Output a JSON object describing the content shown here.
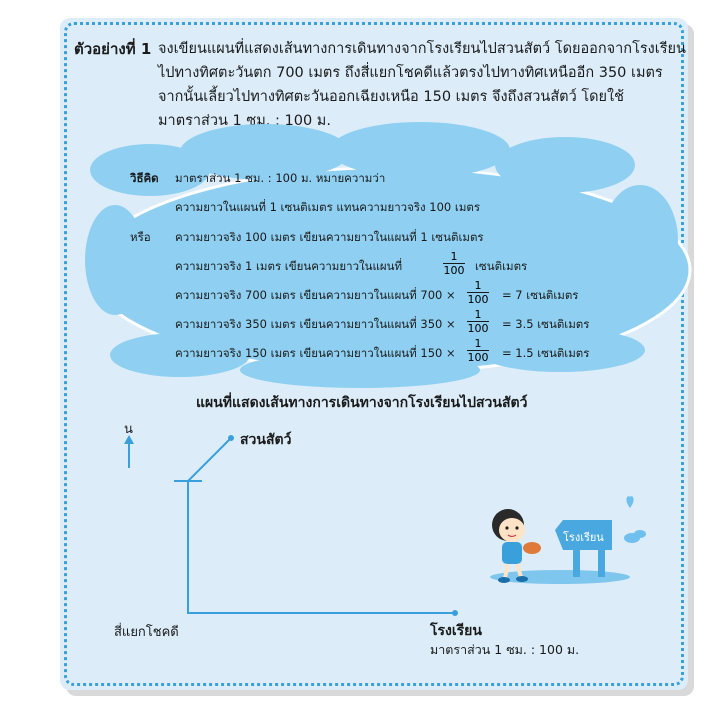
{
  "example": {
    "label": "ตัวอย่างที่ 1",
    "lines": [
      "จงเขียนแผนที่แสดงเส้นทางการเดินทางจากโรงเรียนไปสวนสัตว์ โดยออกจากโรงเรียน",
      "ไปทางทิศตะวันตก 700 เมตร  ถึงสี่แยกโชคดีแล้วตรงไปทางทิศเหนืออีก 350 เมตร",
      "จากนั้นเลี้ยวไปทางทิศตะวันออกเฉียงเหนือ 150 เมตร  จึงถึงสวนสัตว์ โดยใช้",
      "มาตราส่วน 1 ซม. : 100 ม."
    ]
  },
  "method": {
    "label": "วิธีคิด",
    "or_label": "หรือ",
    "line1": "มาตราส่วน  1  ซม. :  100  ม.  หมายความว่า",
    "line2": "ความยาวในแผนที่  1  เซนติเมตร  แทนความยาวจริง  100  เมตร",
    "line3": "ความยาวจริง  100  เมตร  เขียนความยาวในแผนที่     1     เซนติเมตร",
    "line4_a": "ความยาวจริง    1    เมตร  เขียนความยาวในแผนที่",
    "line4_b": "เซนติเมตร",
    "rows": [
      {
        "a": "ความยาวจริง  700 เมตร  เขียนความยาวในแผนที่ 700 ×",
        "b": "=   7     เซนติเมตร"
      },
      {
        "a": "ความยาวจริง  350 เมตร  เขียนความยาวในแผนที่ 350 ×",
        "b": "=  3.5  เซนติเมตร"
      },
      {
        "a": "ความยาวจริง  150 เมตร  เขียนความยาวในแผนที่ 150 ×",
        "b": "=  1.5  เซนติเมตร"
      }
    ],
    "frac_num": "1",
    "frac_den": "100"
  },
  "map": {
    "title": "แผนที่แสดงเส้นทางการเดินทางจากโรงเรียนไปสวนสัตว์",
    "north": "น",
    "zoo": "สวนสัตว์",
    "intersection": "สี่แยกโชคดี",
    "school": "โรงเรียน",
    "scale": "มาตราส่วน 1 ซม. : 100 ม.",
    "sign": "โรงเรียน"
  },
  "colors": {
    "card_bg": "#dcedf9",
    "cloud_bg": "#8fd0f2",
    "route": "#3aa0dc",
    "border": "#3aa0dc"
  }
}
